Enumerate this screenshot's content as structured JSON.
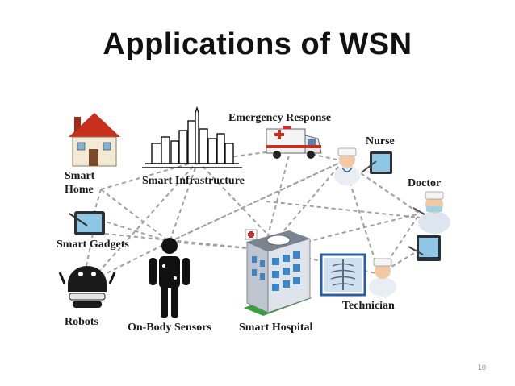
{
  "slide": {
    "title": "Applications of WSN",
    "page_number": "10"
  },
  "nodes": {
    "smart_home": [
      "Smart",
      "Home"
    ],
    "smart_infrastructure": "Smart Infrastructure",
    "emergency_response": "Emergency Response",
    "nurse": "Nurse",
    "doctor": "Doctor",
    "smart_gadgets": "Smart Gadgets",
    "robots": "Robots",
    "on_body_sensors": "On-Body Sensors",
    "smart_hospital": "Smart Hospital",
    "technician": "Technician"
  },
  "colors": {
    "link_line": "#a0a0a0",
    "house_roof": "#c8301e",
    "hospital_glass": "#3a86c8",
    "hospital_base": "#3aa03a",
    "figure": "#111111"
  },
  "icons": [
    "house-icon",
    "city-skyline-icon",
    "ambulance-icon",
    "nurse-icon",
    "doctor-icon",
    "tablet-icon",
    "robot-icon",
    "person-icon",
    "hospital-icon",
    "xray-icon"
  ]
}
